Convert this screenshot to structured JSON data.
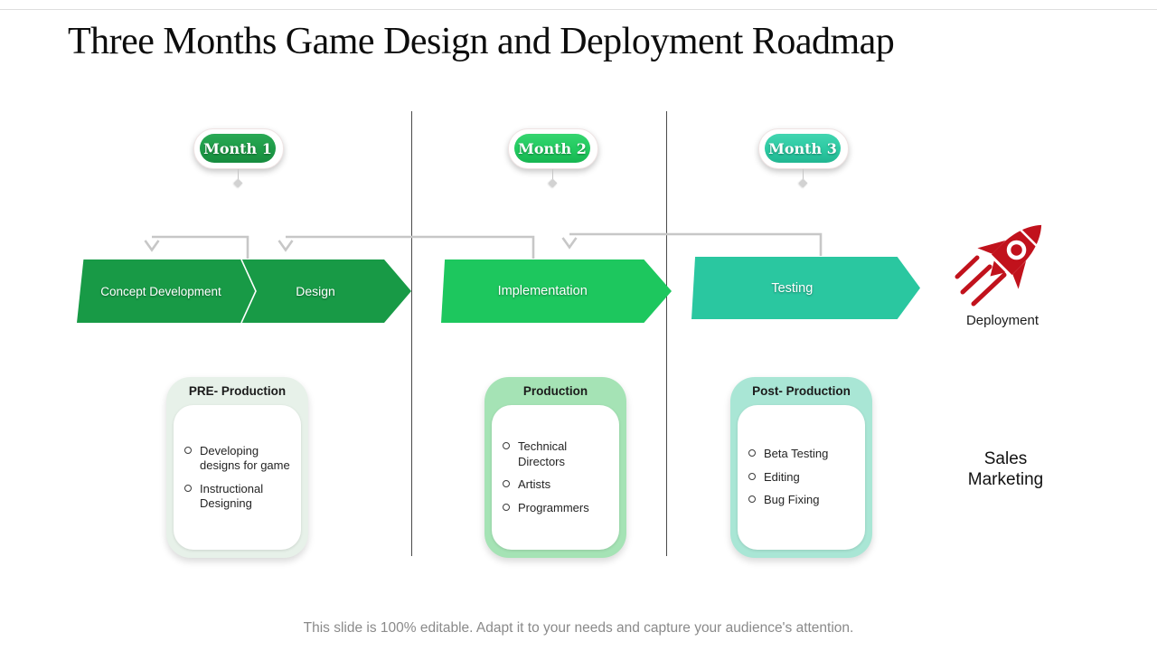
{
  "title": "Three Months Game Design and Deployment Roadmap",
  "months": [
    {
      "label": "Month 1",
      "color": "#1e9a47"
    },
    {
      "label": "Month 2",
      "color": "#21c95f"
    },
    {
      "label": "Month 3",
      "color": "#2cc9a2"
    }
  ],
  "stages": [
    {
      "label_left": "Concept Development",
      "label_right": "Design",
      "color": "#189a46"
    },
    {
      "label": "Implementation",
      "color": "#1dc75e"
    },
    {
      "label": "Testing",
      "color": "#2ac7a0"
    }
  ],
  "deployment": {
    "label": "Deployment",
    "rocket_color": "#c1121c"
  },
  "phases": [
    {
      "title": "PRE- Production",
      "accent_color": "#e7f1e9",
      "items": [
        "Developing designs for game",
        "Instructional Designing"
      ]
    },
    {
      "title": "Production",
      "accent_color": "#a5e3b5",
      "items": [
        "Technical Directors",
        "Artists",
        "Programmers"
      ]
    },
    {
      "title": "Post- Production",
      "accent_color": "#a9e6d5",
      "items": [
        "Beta Testing",
        "Editing",
        "Bug Fixing"
      ]
    }
  ],
  "side_labels": {
    "sales": "Sales",
    "marketing": "Marketing"
  },
  "footer": "This slide is 100% editable. Adapt it to your needs and capture your audience's attention."
}
